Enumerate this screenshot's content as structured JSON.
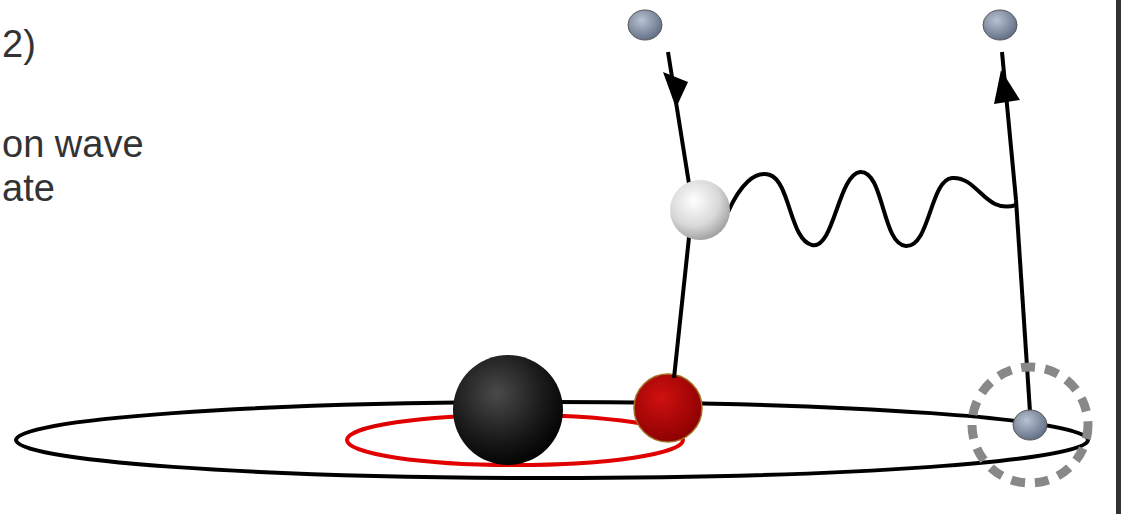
{
  "diagram": {
    "labels": [
      "2)",
      "on wave",
      "ate"
    ]
  }
}
